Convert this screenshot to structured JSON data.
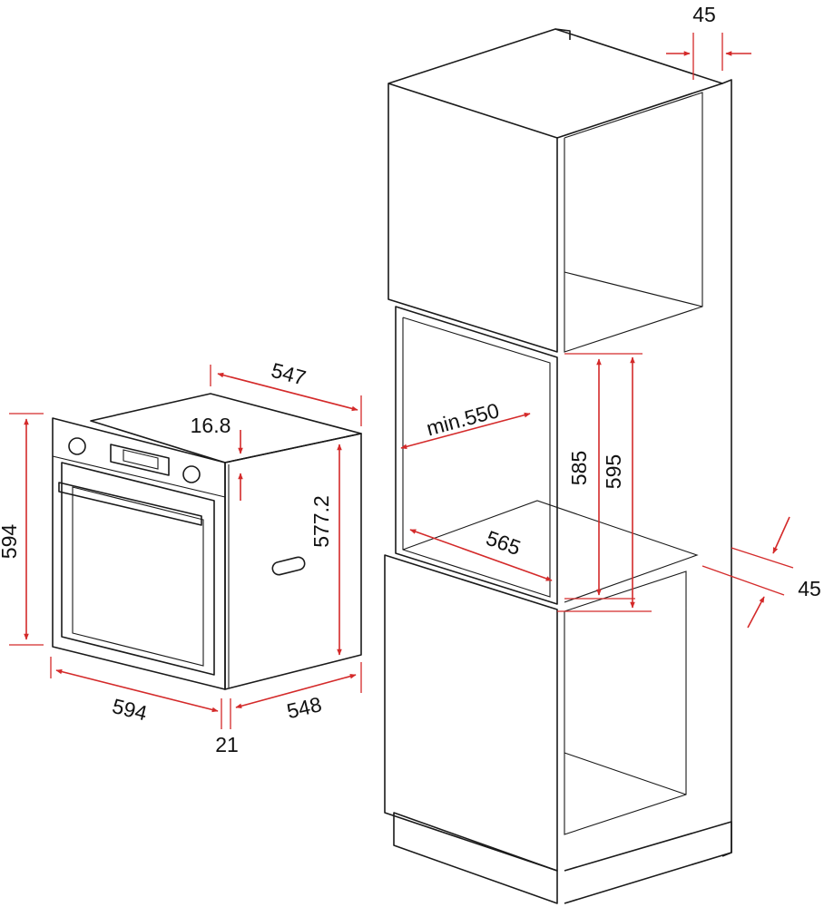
{
  "colors": {
    "dimension_line": "#d42a2a",
    "outline": "#1a1a1a",
    "background": "#ffffff"
  },
  "oven": {
    "depth_top": "547",
    "panel_offset": "16.8",
    "height_body": "577.2",
    "height_front": "594",
    "width_front": "594",
    "depth_side": "548",
    "front_protrusion": "21"
  },
  "cabinet": {
    "wall_thickness_top": "45",
    "niche_width": "min.550",
    "niche_depth": "565",
    "niche_height_inner": "585",
    "niche_height_outer": "595",
    "wall_thickness_side": "45"
  }
}
